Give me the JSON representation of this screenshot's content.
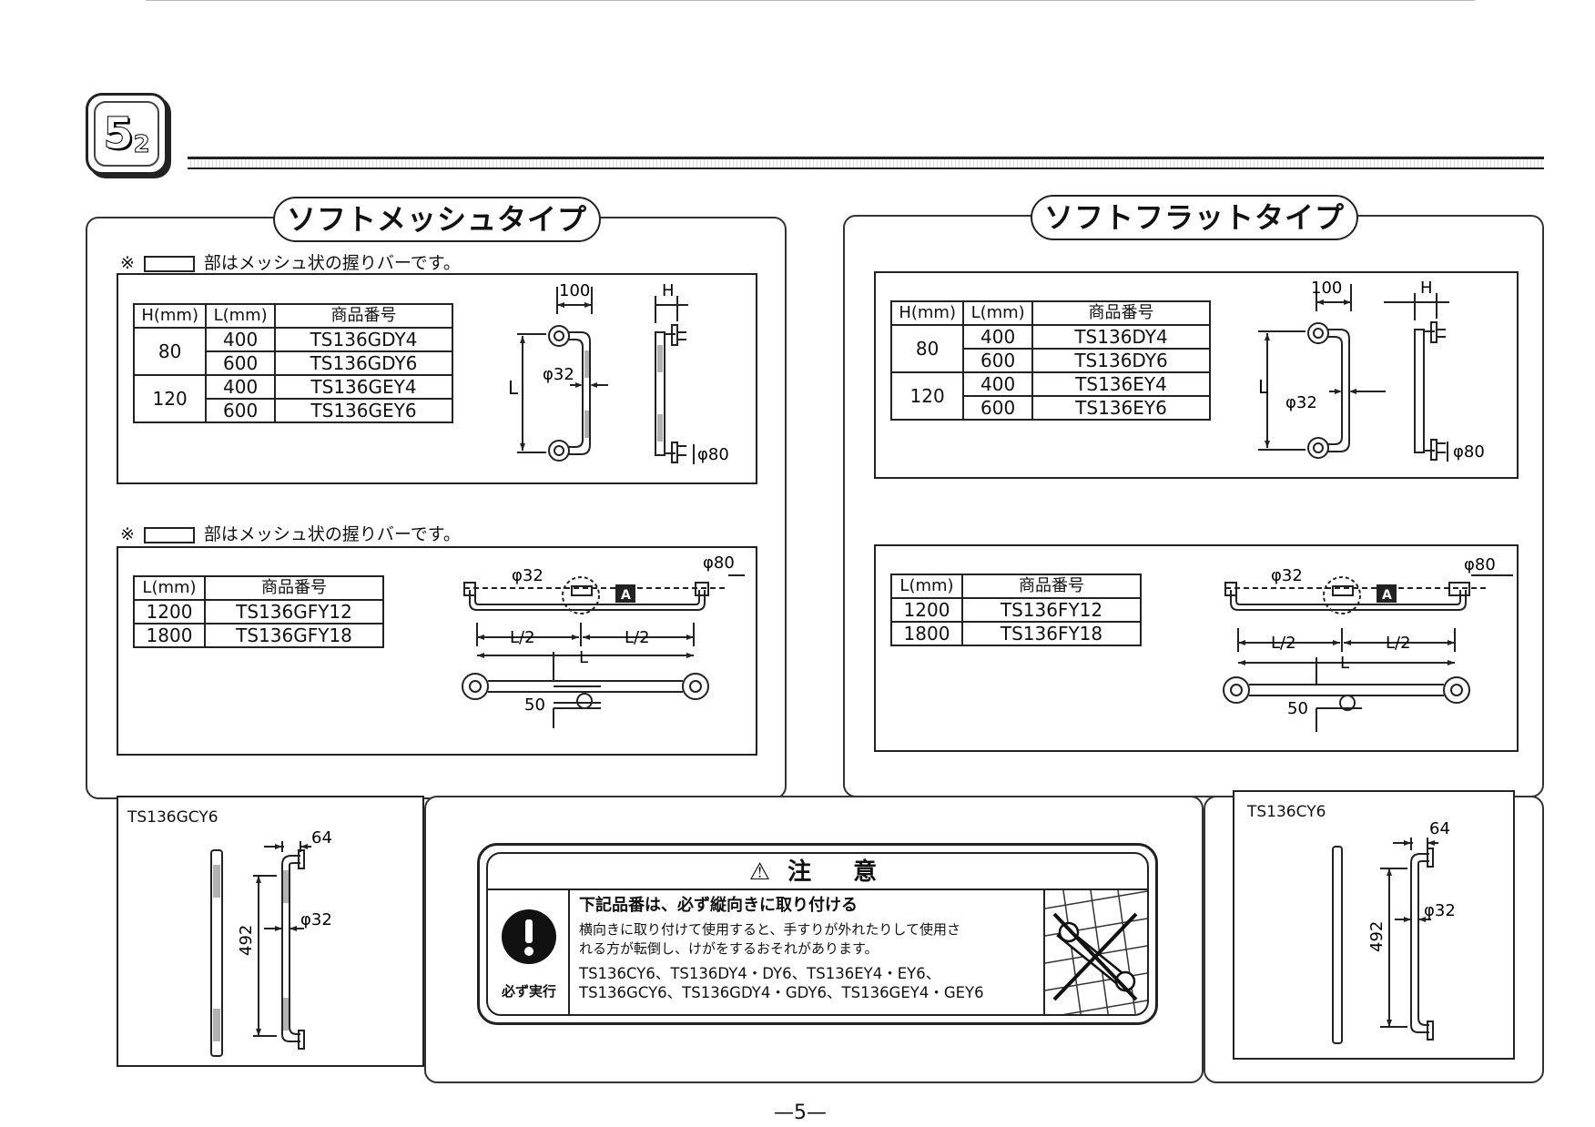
{
  "section": {
    "main": "5",
    "sub": "2"
  },
  "left": {
    "title": "ソフトメッシュタイプ",
    "note1": "部はメッシュ状の握りバーです。",
    "note2": "部はメッシュ状の握りバーです。",
    "note_mark": "※",
    "table1": {
      "headers": [
        "H(mm)",
        "L(mm)",
        "商品番号"
      ],
      "h_values": [
        "80",
        "120"
      ],
      "rows": [
        {
          "l": "400",
          "code": "TS136GDY4"
        },
        {
          "l": "600",
          "code": "TS136GDY6"
        },
        {
          "l": "400",
          "code": "TS136GEY4"
        },
        {
          "l": "600",
          "code": "TS136GEY6"
        }
      ]
    },
    "table2": {
      "headers": [
        "L(mm)",
        "商品番号"
      ],
      "rows": [
        {
          "l": "1200",
          "code": "TS136GFY12"
        },
        {
          "l": "1800",
          "code": "TS136GFY18"
        }
      ]
    },
    "vertical_model": "TS136GCY6"
  },
  "right": {
    "title": "ソフトフラットタイプ",
    "table1": {
      "headers": [
        "H(mm)",
        "L(mm)",
        "商品番号"
      ],
      "h_values": [
        "80",
        "120"
      ],
      "rows": [
        {
          "l": "400",
          "code": "TS136DY4"
        },
        {
          "l": "600",
          "code": "TS136DY6"
        },
        {
          "l": "400",
          "code": "TS136EY4"
        },
        {
          "l": "600",
          "code": "TS136EY6"
        }
      ]
    },
    "table2": {
      "headers": [
        "L(mm)",
        "商品番号"
      ],
      "rows": [
        {
          "l": "1200",
          "code": "TS136FY12"
        },
        {
          "l": "1800",
          "code": "TS136FY18"
        }
      ]
    },
    "vertical_model": "TS136CY6"
  },
  "dims": {
    "d100": "100",
    "h": "H",
    "phi32": "φ32",
    "phi80": "φ80",
    "l": "L",
    "l_half": "L/2",
    "d50": "50",
    "d64": "64",
    "d492": "492",
    "a_mark": "A"
  },
  "caution": {
    "title": "注　意",
    "icon_label": "必ず実行",
    "heading": "下記品番は、必ず縦向きに取り付ける",
    "body1": "横向きに取り付けて使用すると、手すりが外れたりして使用さ",
    "body2": "れる方が転倒し、けがをするおそれがあります。",
    "models1": "TS136CY6、TS136DY4・DY6、TS136EY4・EY6、",
    "models2": "TS136GCY6、TS136GDY4・GDY6、TS136GEY4・GEY6"
  },
  "page_number": "—5—"
}
